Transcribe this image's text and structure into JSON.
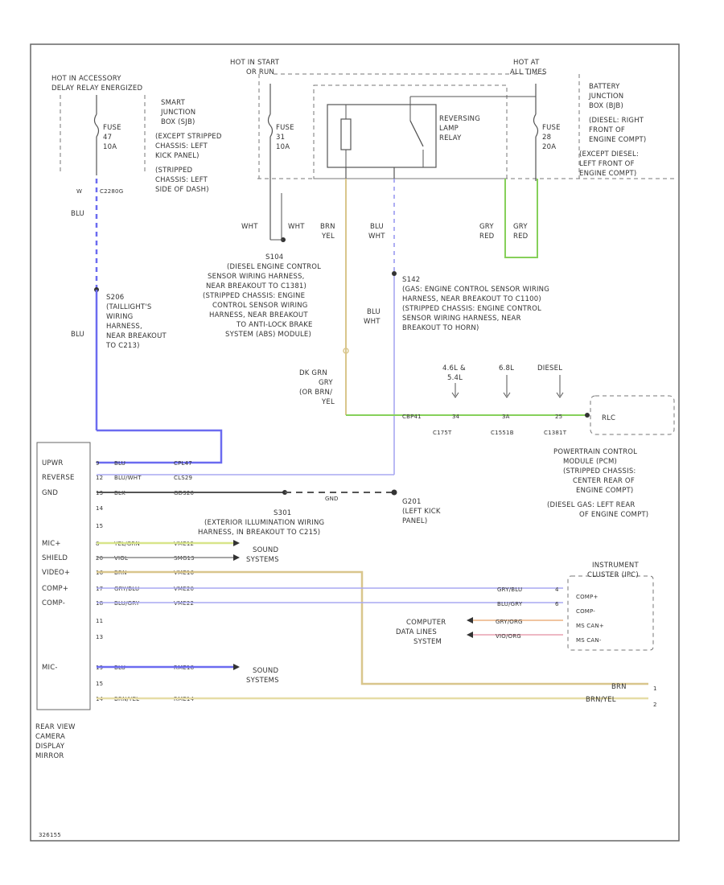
{
  "labels": {
    "hot_accessory_1": "HOT IN ACCESSORY",
    "hot_accessory_2": "DELAY RELAY ENERGIZED",
    "hot_start_1": "HOT IN START",
    "hot_start_2": "OR RUN",
    "hot_at_all_1": "HOT AT",
    "hot_at_all_2": "ALL TIMES",
    "fuse_a_1": "FUSE",
    "fuse_a_2": "47",
    "fuse_a_3": "10A",
    "fuse_b_1": "FUSE",
    "fuse_b_2": "31",
    "fuse_b_3": "10A",
    "fuse_c_1": "FUSE",
    "fuse_c_2": "28",
    "fuse_c_3": "20A",
    "sjb": [
      "SMART",
      "JUNCTION",
      "BOX (SJB)",
      "(EXCEPT STRIPPED",
      "CHASSIS: LEFT",
      "KICK PANEL)",
      "(STRIPPED",
      "CHASSIS: LEFT",
      "SIDE OF DASH)"
    ],
    "bjb": [
      "BATTERY",
      "JUNCTION",
      "BOX (BJB)",
      "(DIESEL: RIGHT",
      "FRONT OF",
      "ENGINE COMPT)",
      "(EXCEPT DIESEL:",
      "LEFT FRONT OF",
      "ENGINE COMPT)"
    ],
    "relay": [
      "REVERSING",
      "LAMP",
      "RELAY"
    ],
    "c2280": "C2280G",
    "w": "W",
    "blu": "BLU",
    "wht": "WHT",
    "brn": "BRN",
    "yel": "YEL",
    "gry": "GRY",
    "red": "RED",
    "s206": [
      "S206",
      "(TAILLIGHT'S",
      "WIRING",
      "HARNESS,",
      "NEAR BREAKOUT",
      "TO C213)"
    ],
    "s104": [
      "S104",
      "(DIESEL ENGINE CONTROL",
      "SENSOR WIRING HARNESS,",
      "NEAR BREAKOUT TO C1381)",
      "(STRIPPED CHASSIS: ENGINE",
      "CONTROL SENSOR WIRING",
      "HARNESS, NEAR BREAKOUT",
      "TO ANTI-LOCK BRAKE",
      "SYSTEM (ABS) MODULE)"
    ],
    "s142": [
      "S142",
      "(GAS: ENGINE CONTROL SENSOR WIRING",
      "HARNESS, NEAR BREAKOUT TO C1100)",
      "(STRIPPED CHASSIS: ENGINE CONTROL",
      "SENSOR WIRING HARNESS, NEAR",
      "BREAKOUT TO HORN)"
    ],
    "dk_grn": "DK GRN",
    "grn_or": "(OR BRN/",
    "engine_variants": [
      "4.6L &",
      "5.4L",
      "6.8L",
      "DIESEL"
    ],
    "conn_codes": [
      "C175T",
      "C1551B",
      "C1381T"
    ],
    "pin_nums": [
      "34",
      "3A",
      "25"
    ],
    "ckt": "CBP41",
    "pcm_box": "RLC",
    "pcm": [
      "POWERTRAIN CONTROL",
      "MODULE (PCM)",
      "(STRIPPED CHASSIS:",
      "CENTER REAR OF",
      "ENGINE COMPT)",
      "(DIESEL GAS: LEFT REAR",
      "OF ENGINE COMPT)"
    ],
    "mirror_pins": [
      "UPWR",
      "REVERSE",
      "GND",
      "",
      "",
      "MIC+",
      "SHIELD",
      "VIDEO+",
      "COMP+",
      "COMP-",
      "",
      "",
      "MIC-",
      "",
      ""
    ],
    "pin_numbers": [
      "9",
      "12",
      "13",
      "14",
      "15",
      "8",
      "20",
      "16",
      "17",
      "18",
      "11",
      "13",
      "19",
      "15",
      "14"
    ],
    "wire_colors": [
      "BLU",
      "BLU/WHT",
      "BLK",
      "",
      "",
      "YEL/GRN",
      "VIOL",
      "BRN",
      "GRY/BLU",
      "BLU/GRY",
      "",
      "",
      "BLU",
      "",
      "BRN/YEL"
    ],
    "circuit_ids": [
      "CPL47",
      "CLS29",
      "GD320",
      "",
      "",
      "VME12",
      "SMG13",
      "VME16",
      "VME20",
      "VME22",
      "",
      "",
      "RME18",
      "",
      "RME14"
    ],
    "g201": [
      "G201",
      "(LEFT KICK",
      "PANEL)"
    ],
    "s301": [
      "S301",
      "(EXTERIOR ILLUMINATION WIRING",
      "HARNESS, IN BREAKOUT TO C215)"
    ],
    "sound_1": [
      "SOUND",
      "SYSTEMS"
    ],
    "sound_2": [
      "SOUND",
      "SYSTEMS"
    ],
    "ipc": [
      "INSTRUMENT",
      "CLUSTER (IPC)"
    ],
    "ipc_pins": [
      "COMP+",
      "COMP-",
      "MS CAN+",
      "MS CAN-",
      "4",
      "6"
    ],
    "ipc_wires": [
      "GRY/BLU",
      "BLU/GRY",
      "GRY/ORG",
      "VIO/ORG"
    ],
    "ipc_circ": [
      "VME20",
      "VME22"
    ],
    "computer_1": "COMPUTER",
    "computer_2": "DATA LINES",
    "computer_3": "SYSTEM",
    "mirror": [
      "REAR VIEW",
      "CAMERA",
      "DISPLAY",
      "MIRROR"
    ],
    "right_brn": "BRN",
    "right_brnyel": "BRN/YEL",
    "right_pins": [
      "1",
      "2"
    ],
    "footer": "326155"
  },
  "colors": {
    "blue": "#6b6bf0",
    "light_blue": "#a8a8f2",
    "tan": "#d9c68c",
    "yellow_green": "#d8e58a",
    "green": "#86d05a",
    "yellow": "#e6dca6",
    "red_pink": "#e8a0b0",
    "orange": "#ecb080",
    "gray": "#555555"
  }
}
